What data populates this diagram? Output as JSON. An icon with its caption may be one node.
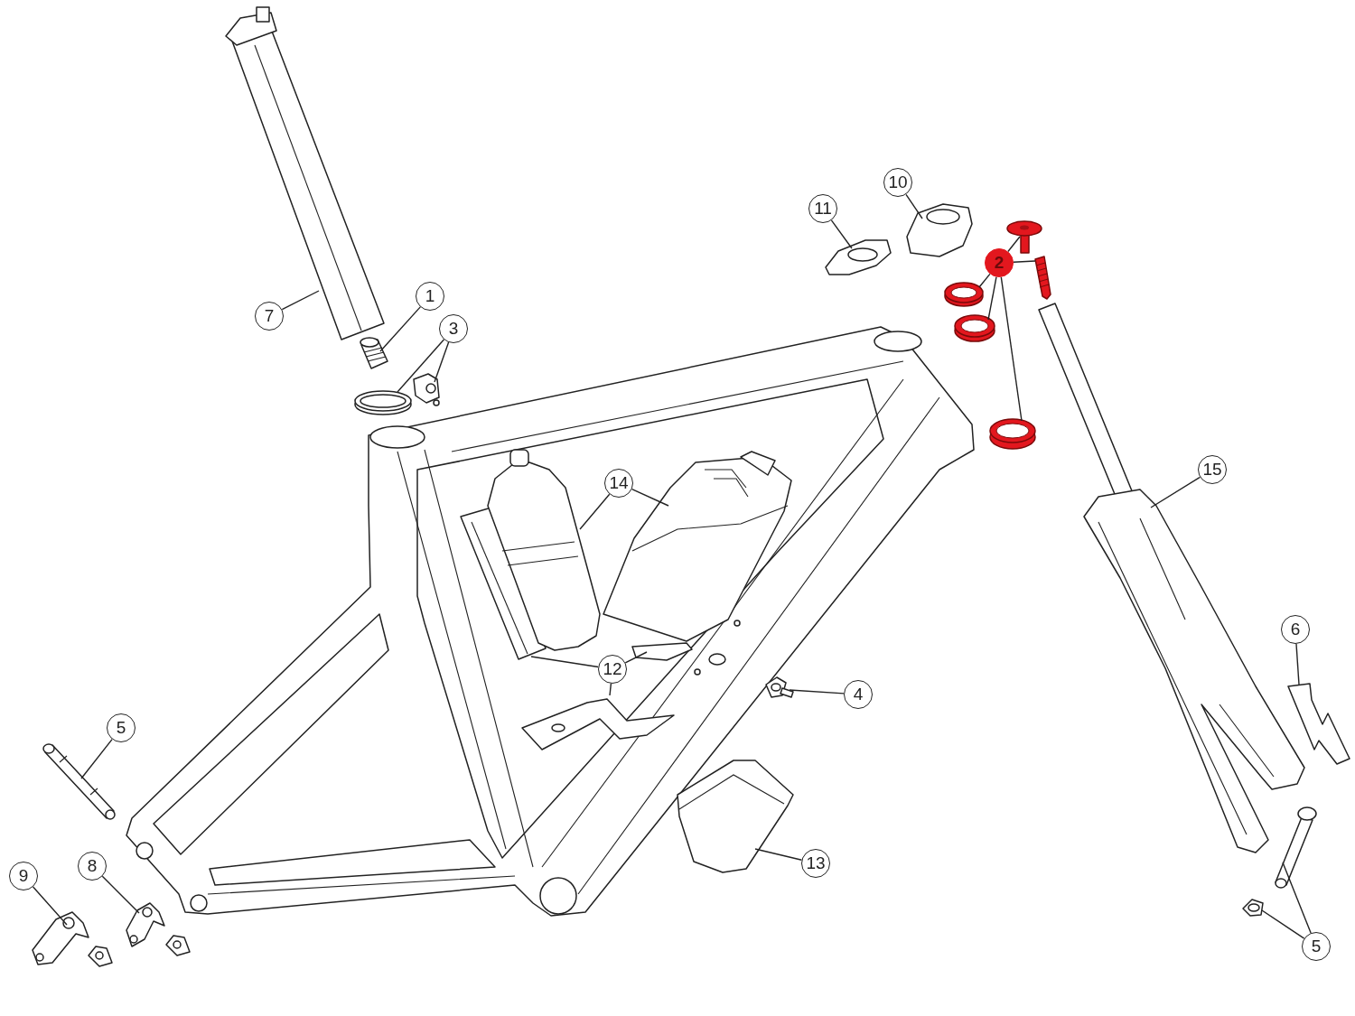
{
  "diagram": {
    "nodes": [
      {
        "text": [
          "1"
        ]
      },
      {
        "text": [
          "2"
        ]
      },
      {
        "text": [
          "3"
        ]
      },
      {
        "text": [
          "4"
        ]
      },
      {
        "text": [
          "5"
        ]
      },
      {
        "text": [
          "5"
        ]
      },
      {
        "text": [
          "6"
        ]
      },
      {
        "text": [
          "7"
        ]
      },
      {
        "text": [
          "8"
        ]
      },
      {
        "text": [
          "9"
        ]
      },
      {
        "text": [
          "10"
        ]
      },
      {
        "text": [
          "11"
        ]
      },
      {
        "text": [
          "12"
        ]
      },
      {
        "text": [
          "13"
        ]
      },
      {
        "text": [
          "14"
        ]
      },
      {
        "text": [
          "15"
        ]
      },
      {
        "text": [],
        "shape": "picture"
      },
      {
        "text": [],
        "shape": "picture"
      },
      {
        "text": [],
        "shape": "picture"
      },
      {
        "text": [],
        "shape": "picture"
      },
      {
        "text": [],
        "shape": "picture"
      },
      {
        "text": [],
        "shape": "picture"
      },
      {
        "text": [],
        "shape": "picture"
      },
      {
        "text": [],
        "shape": "picture"
      },
      {
        "text": [],
        "shape": "picture"
      },
      {
        "text": [],
        "shape": "picture"
      },
      {
        "text": [],
        "shape": "picture"
      },
      {
        "text": [],
        "shape": "picture"
      },
      {
        "text": [],
        "shape": "picture"
      },
      {
        "text": [],
        "shape": "picture"
      },
      {
        "text": [],
        "shape": "picture"
      },
      {
        "text": [],
        "shape": "picture"
      },
      {
        "text": [],
        "shape": "picture"
      },
      {
        "text": [],
        "shape": "picture"
      },
      {
        "text": [],
        "shape": "picture"
      },
      {
        "text": [],
        "shape": "picture"
      },
      {
        "text": [],
        "shape": "picture"
      },
      {
        "text": [],
        "shape": "picture"
      },
      {
        "text": [],
        "shape": "picture"
      },
      {
        "text": [],
        "shape": "picture"
      },
      {
        "text": [],
        "shape": "picture"
      }
    ],
    "edges": [
      {
        "from": 0,
        "to": 16,
        "arrow": "none"
      },
      {
        "from": 1,
        "to": 17,
        "arrow": "none"
      },
      {
        "from": 1,
        "to": 18,
        "arrow": "none"
      },
      {
        "from": 1,
        "to": 19,
        "arrow": "none"
      },
      {
        "from": 1,
        "to": 20,
        "arrow": "none"
      },
      {
        "from": 1,
        "to": 21,
        "arrow": "none"
      },
      {
        "from": 2,
        "to": 22,
        "arrow": "none"
      },
      {
        "from": 2,
        "to": 23,
        "arrow": "none"
      },
      {
        "from": 3,
        "to": 24,
        "arrow": "none"
      },
      {
        "from": 4,
        "to": 25,
        "arrow": "none"
      },
      {
        "from": 5,
        "to": 26,
        "arrow": "none"
      },
      {
        "from": 5,
        "to": 27,
        "arrow": "none"
      },
      {
        "from": 6,
        "to": 28,
        "arrow": "none"
      },
      {
        "from": 7,
        "to": 29,
        "arrow": "none"
      },
      {
        "from": 8,
        "to": 30,
        "arrow": "none"
      },
      {
        "from": 9,
        "to": 31,
        "arrow": "none"
      },
      {
        "from": 10,
        "to": 32,
        "arrow": "none"
      },
      {
        "from": 11,
        "to": 33,
        "arrow": "none"
      },
      {
        "from": 12,
        "to": 34,
        "arrow": "none"
      },
      {
        "from": 12,
        "to": 35,
        "arrow": "none"
      },
      {
        "from": 12,
        "to": 36,
        "arrow": "none"
      },
      {
        "from": 13,
        "to": 39,
        "arrow": "none"
      },
      {
        "from": 14,
        "to": 37,
        "arrow": "none"
      },
      {
        "from": 14,
        "to": 38,
        "arrow": "none"
      },
      {
        "from": 15,
        "to": 40,
        "arrow": "none"
      }
    ]
  }
}
